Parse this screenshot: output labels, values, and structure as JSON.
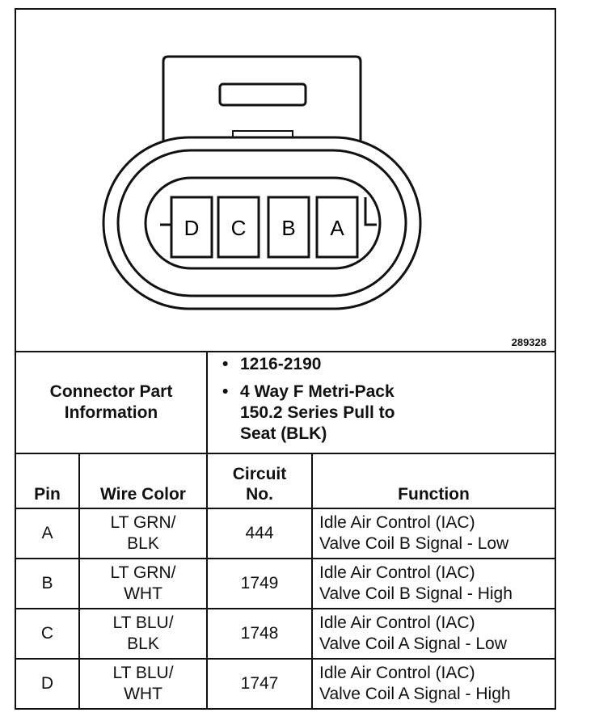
{
  "figure": {
    "id": "289328",
    "pins": [
      {
        "label": "D"
      },
      {
        "label": "C"
      },
      {
        "label": "B"
      },
      {
        "label": "A"
      }
    ]
  },
  "connector_info": {
    "label_line1": "Connector Part",
    "label_line2": "Information",
    "items": [
      {
        "lines": [
          "1216-2190"
        ]
      },
      {
        "lines": [
          "4 Way F Metri-Pack",
          "150.2 Series Pull to",
          "Seat (BLK)"
        ]
      }
    ]
  },
  "table": {
    "headers": {
      "pin": "Pin",
      "wire_color": "Wire Color",
      "circuit_line1": "Circuit",
      "circuit_line2": "No.",
      "function": "Function"
    },
    "rows": [
      {
        "pin": "A",
        "wire1": "LT GRN/",
        "wire2": "BLK",
        "circuit": "444",
        "func1": "Idle Air Control (IAC)",
        "func2": "Valve Coil B Signal - Low"
      },
      {
        "pin": "B",
        "wire1": "LT GRN/",
        "wire2": "WHT",
        "circuit": "1749",
        "func1": "Idle Air Control (IAC)",
        "func2": "Valve Coil B Signal - High"
      },
      {
        "pin": "C",
        "wire1": "LT BLU/",
        "wire2": "BLK",
        "circuit": "1748",
        "func1": "Idle Air Control (IAC)",
        "func2": "Valve Coil A Signal - Low"
      },
      {
        "pin": "D",
        "wire1": "LT BLU/",
        "wire2": "WHT",
        "circuit": "1747",
        "func1": "Idle Air Control (IAC)",
        "func2": "Valve Coil A Signal - High"
      }
    ]
  }
}
